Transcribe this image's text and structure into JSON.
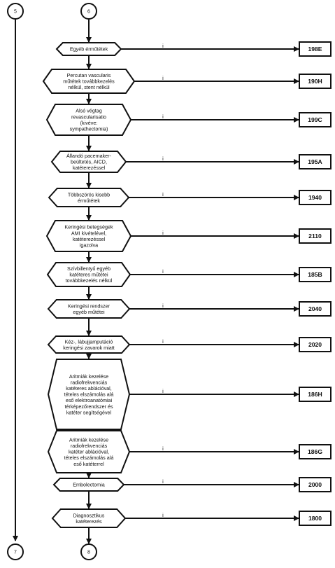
{
  "connectors": {
    "top_left": "5",
    "top_main": "6",
    "bottom_left": "7",
    "bottom_main": "8"
  },
  "branch_label": "i",
  "nodes": [
    {
      "lines": [
        "Egyéb érműtétek"
      ],
      "code": "198E"
    },
    {
      "lines": [
        "Percutan vascularis",
        "műtétek továbbkezelés",
        "nélkül, stent nélkül"
      ],
      "code": "190H"
    },
    {
      "lines": [
        "Alsó végtag",
        "revascularisatio",
        "(kivéve:",
        "sympathectomia)"
      ],
      "code": "199C"
    },
    {
      "lines": [
        "Állandó pacemaker-",
        "beültetés, AICD,",
        "katéterezéssel"
      ],
      "code": "195A"
    },
    {
      "lines": [
        "Többszörös kisebb",
        "érműtétek"
      ],
      "code": "1940"
    },
    {
      "lines": [
        "Keringési betegségek",
        "AMI kivételével,",
        "katéterezéssel",
        "igazolva"
      ],
      "code": "2110"
    },
    {
      "lines": [
        "Szívbillentyű egyéb",
        "katéteres műtétei",
        "továbbkezelés nélkül"
      ],
      "code": "185B"
    },
    {
      "lines": [
        "Keringési rendszer",
        "egyéb műtétei"
      ],
      "code": "2040"
    },
    {
      "lines": [
        "Kéz-, lábujjamputáció",
        "keringési zavarok miatt"
      ],
      "code": "2020"
    },
    {
      "lines": [
        "Aritmiák kezelése",
        "radiofrekvenciás",
        "katéteres ablációval,",
        "tételes elszámolás alá",
        "eső elektroanatómiai",
        "térképezőrendszer és",
        "katéter segítségével"
      ],
      "code": "186H"
    },
    {
      "lines": [
        "Aritmiák kezelése",
        "radiofrekvenciás",
        "katéter ablációval,",
        "tételes elszámolás alá",
        "eső katéterrel"
      ],
      "code": "186G"
    },
    {
      "lines": [
        "Embolectomia"
      ],
      "code": "2000"
    },
    {
      "lines": [
        "Diagnosztikus",
        "katéterezés"
      ],
      "code": "1800"
    }
  ]
}
